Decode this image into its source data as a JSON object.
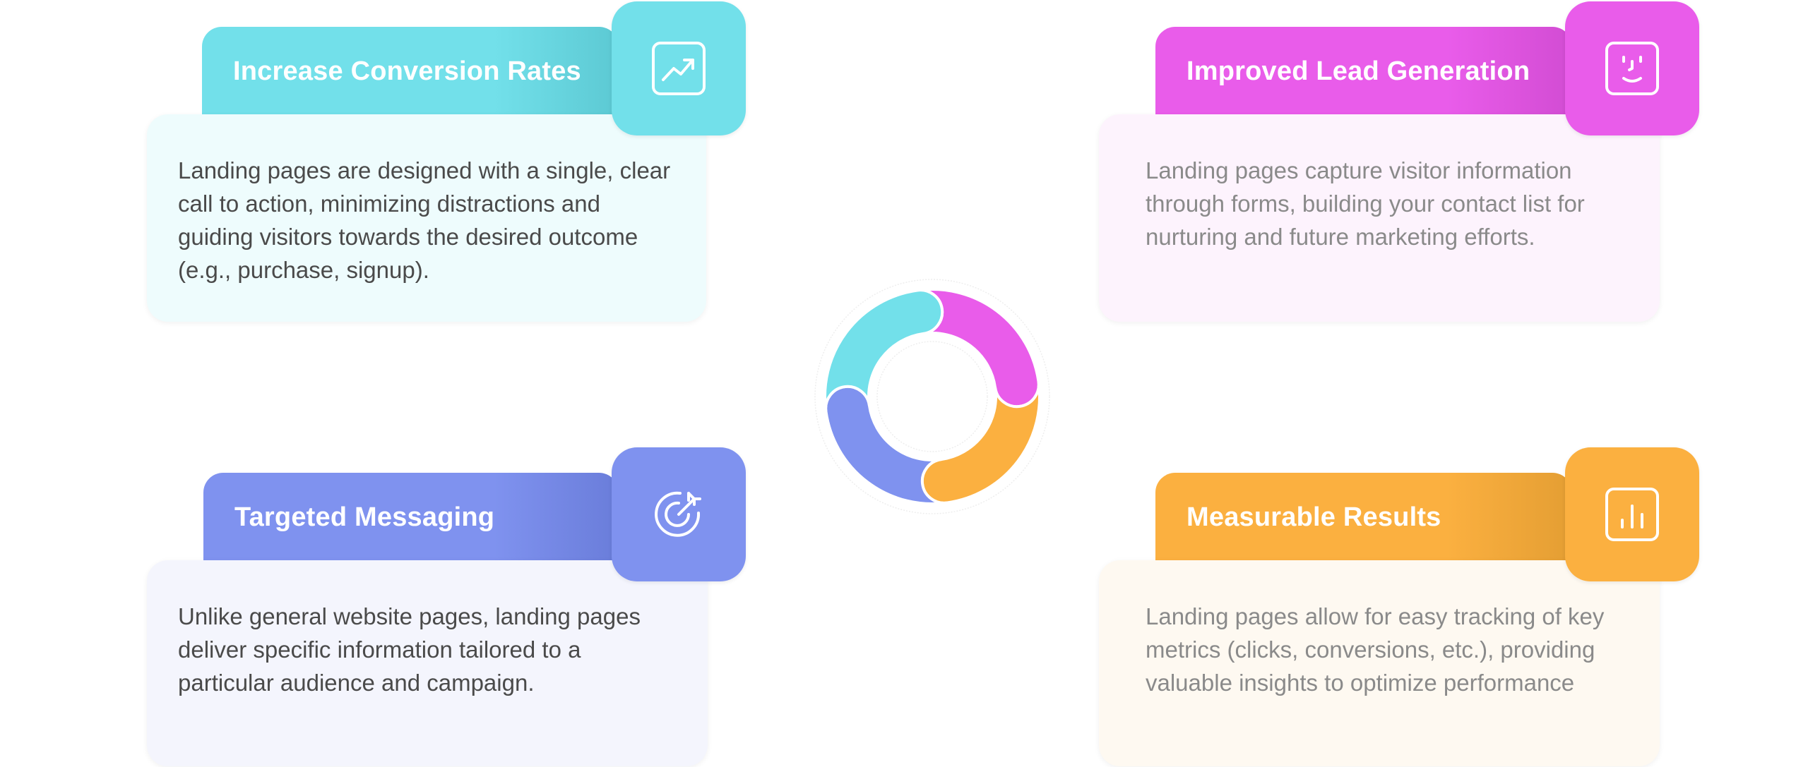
{
  "cards": [
    {
      "title": "Increase Conversion Rates",
      "text": "Landing pages are designed with a single, clear call to action, minimizing distractions and guiding visitors towards the desired outcome (e.g., purchase, signup).",
      "icon": "trending-up-icon",
      "color": "#72E0EA",
      "bg": "#EEFCFD"
    },
    {
      "title": "Improved Lead Generation",
      "text": "Landing pages capture visitor information through forms, building your contact list for nurturing and future marketing efforts.",
      "icon": "face-icon",
      "color": "#E95CEA",
      "bg": "#FDF3FD"
    },
    {
      "title": "Targeted Messaging",
      "text": "Unlike general website pages, landing pages deliver specific information tailored to a particular audience and campaign.",
      "icon": "target-icon",
      "color": "#7F92EF",
      "bg": "#F4F5FD"
    },
    {
      "title": "Measurable Results",
      "text": "Landing pages allow for easy tracking of key metrics (clicks, conversions, etc.), providing valuable insights to optimize performance",
      "icon": "bar-chart-icon",
      "color": "#FBB040",
      "bg": "#FEF9F1"
    }
  ],
  "donut": {
    "segment_colors": [
      "#E95CEA",
      "#FBB040",
      "#7F92EF",
      "#72E0EA"
    ]
  }
}
